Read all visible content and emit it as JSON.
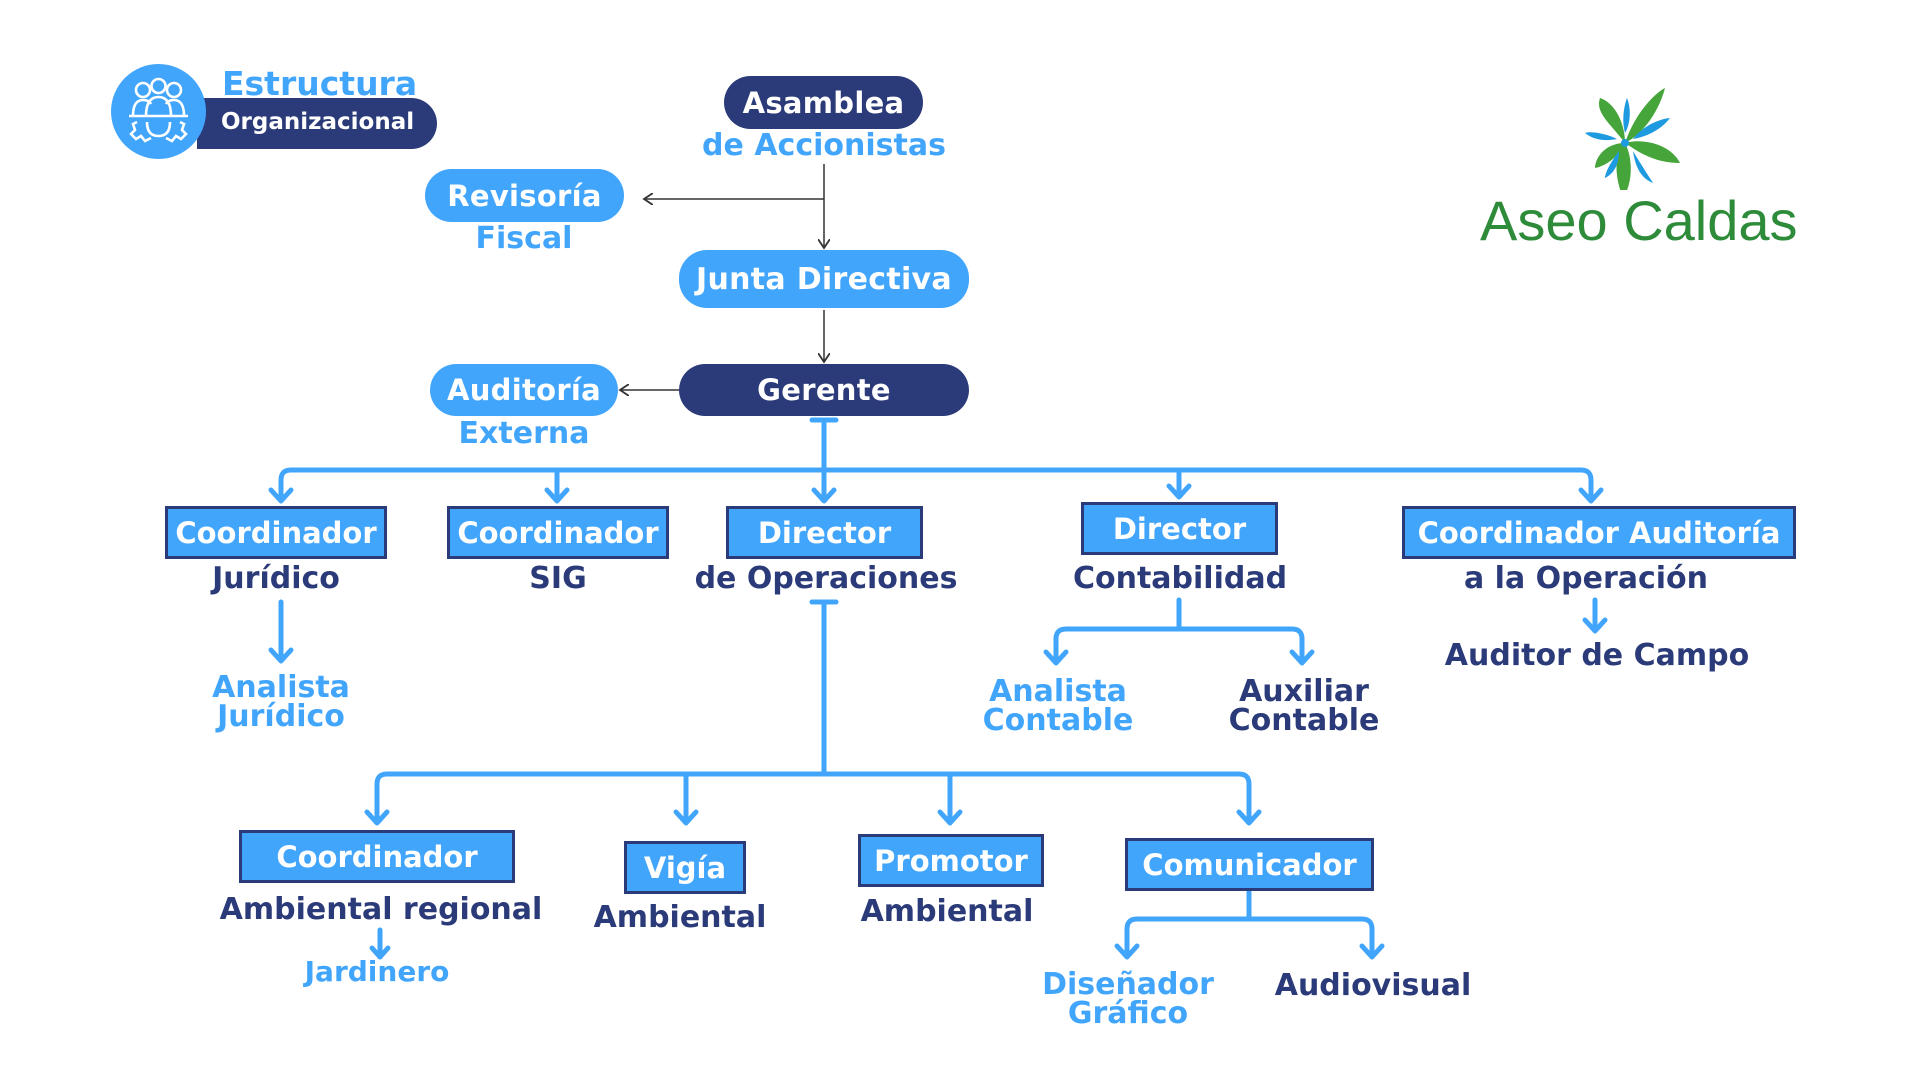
{
  "header": {
    "title_line1": "Estructura",
    "title_line2": "Organizacional",
    "icon": "team-gear-icon"
  },
  "logo": {
    "name": "Aseo Caldas",
    "icon": "flower-leaves-icon",
    "colors": {
      "green": "#3a9b3a",
      "blue": "#1e9be0",
      "text": "#2e8b3a"
    }
  },
  "colors": {
    "navy": "#2b3a78",
    "blue": "#42a5fc",
    "connector": "#42a5fc",
    "thin_connector": "#333333"
  },
  "nodes": {
    "asamblea": {
      "line1": "Asamblea",
      "line2": "de Accionistas"
    },
    "revisoria": {
      "line1": "Revisoría",
      "line2": "Fiscal"
    },
    "junta": {
      "line1": "Junta Directiva"
    },
    "gerente": {
      "line1": "Gerente"
    },
    "auditoria_externa": {
      "line1": "Auditoría",
      "line2": "Externa"
    },
    "coord_juridico": {
      "line1": "Coordinador",
      "line2": "Jurídico"
    },
    "analista_juridico": {
      "line1": "Analista",
      "line2": "Jurídico"
    },
    "coord_sig": {
      "line1": "Coordinador",
      "line2": "SIG"
    },
    "director_operaciones": {
      "line1": "Director",
      "line2": "de Operaciones"
    },
    "director_contabilidad": {
      "line1": "Director",
      "line2": "Contabilidad"
    },
    "analista_contable": {
      "line1": "Analista",
      "line2": "Contable"
    },
    "auxiliar_contable": {
      "line1": "Auxiliar",
      "line2": "Contable"
    },
    "coord_auditoria": {
      "line1": "Coordinador Auditoría",
      "line2": "a la Operación"
    },
    "auditor_campo": {
      "line1": "Auditor de Campo"
    },
    "coord_ambiental": {
      "line1": "Coordinador",
      "line2": "Ambiental regional"
    },
    "jardinero": {
      "line1": "Jardinero"
    },
    "vigia": {
      "line1": "Vigía",
      "line2": "Ambiental"
    },
    "promotor": {
      "line1": "Promotor",
      "line2": "Ambiental"
    },
    "comunicador": {
      "line1": "Comunicador"
    },
    "disenador": {
      "line1": "Diseñador",
      "line2": "Gráfico"
    },
    "audiovisual": {
      "line1": "Audiovisual"
    }
  }
}
